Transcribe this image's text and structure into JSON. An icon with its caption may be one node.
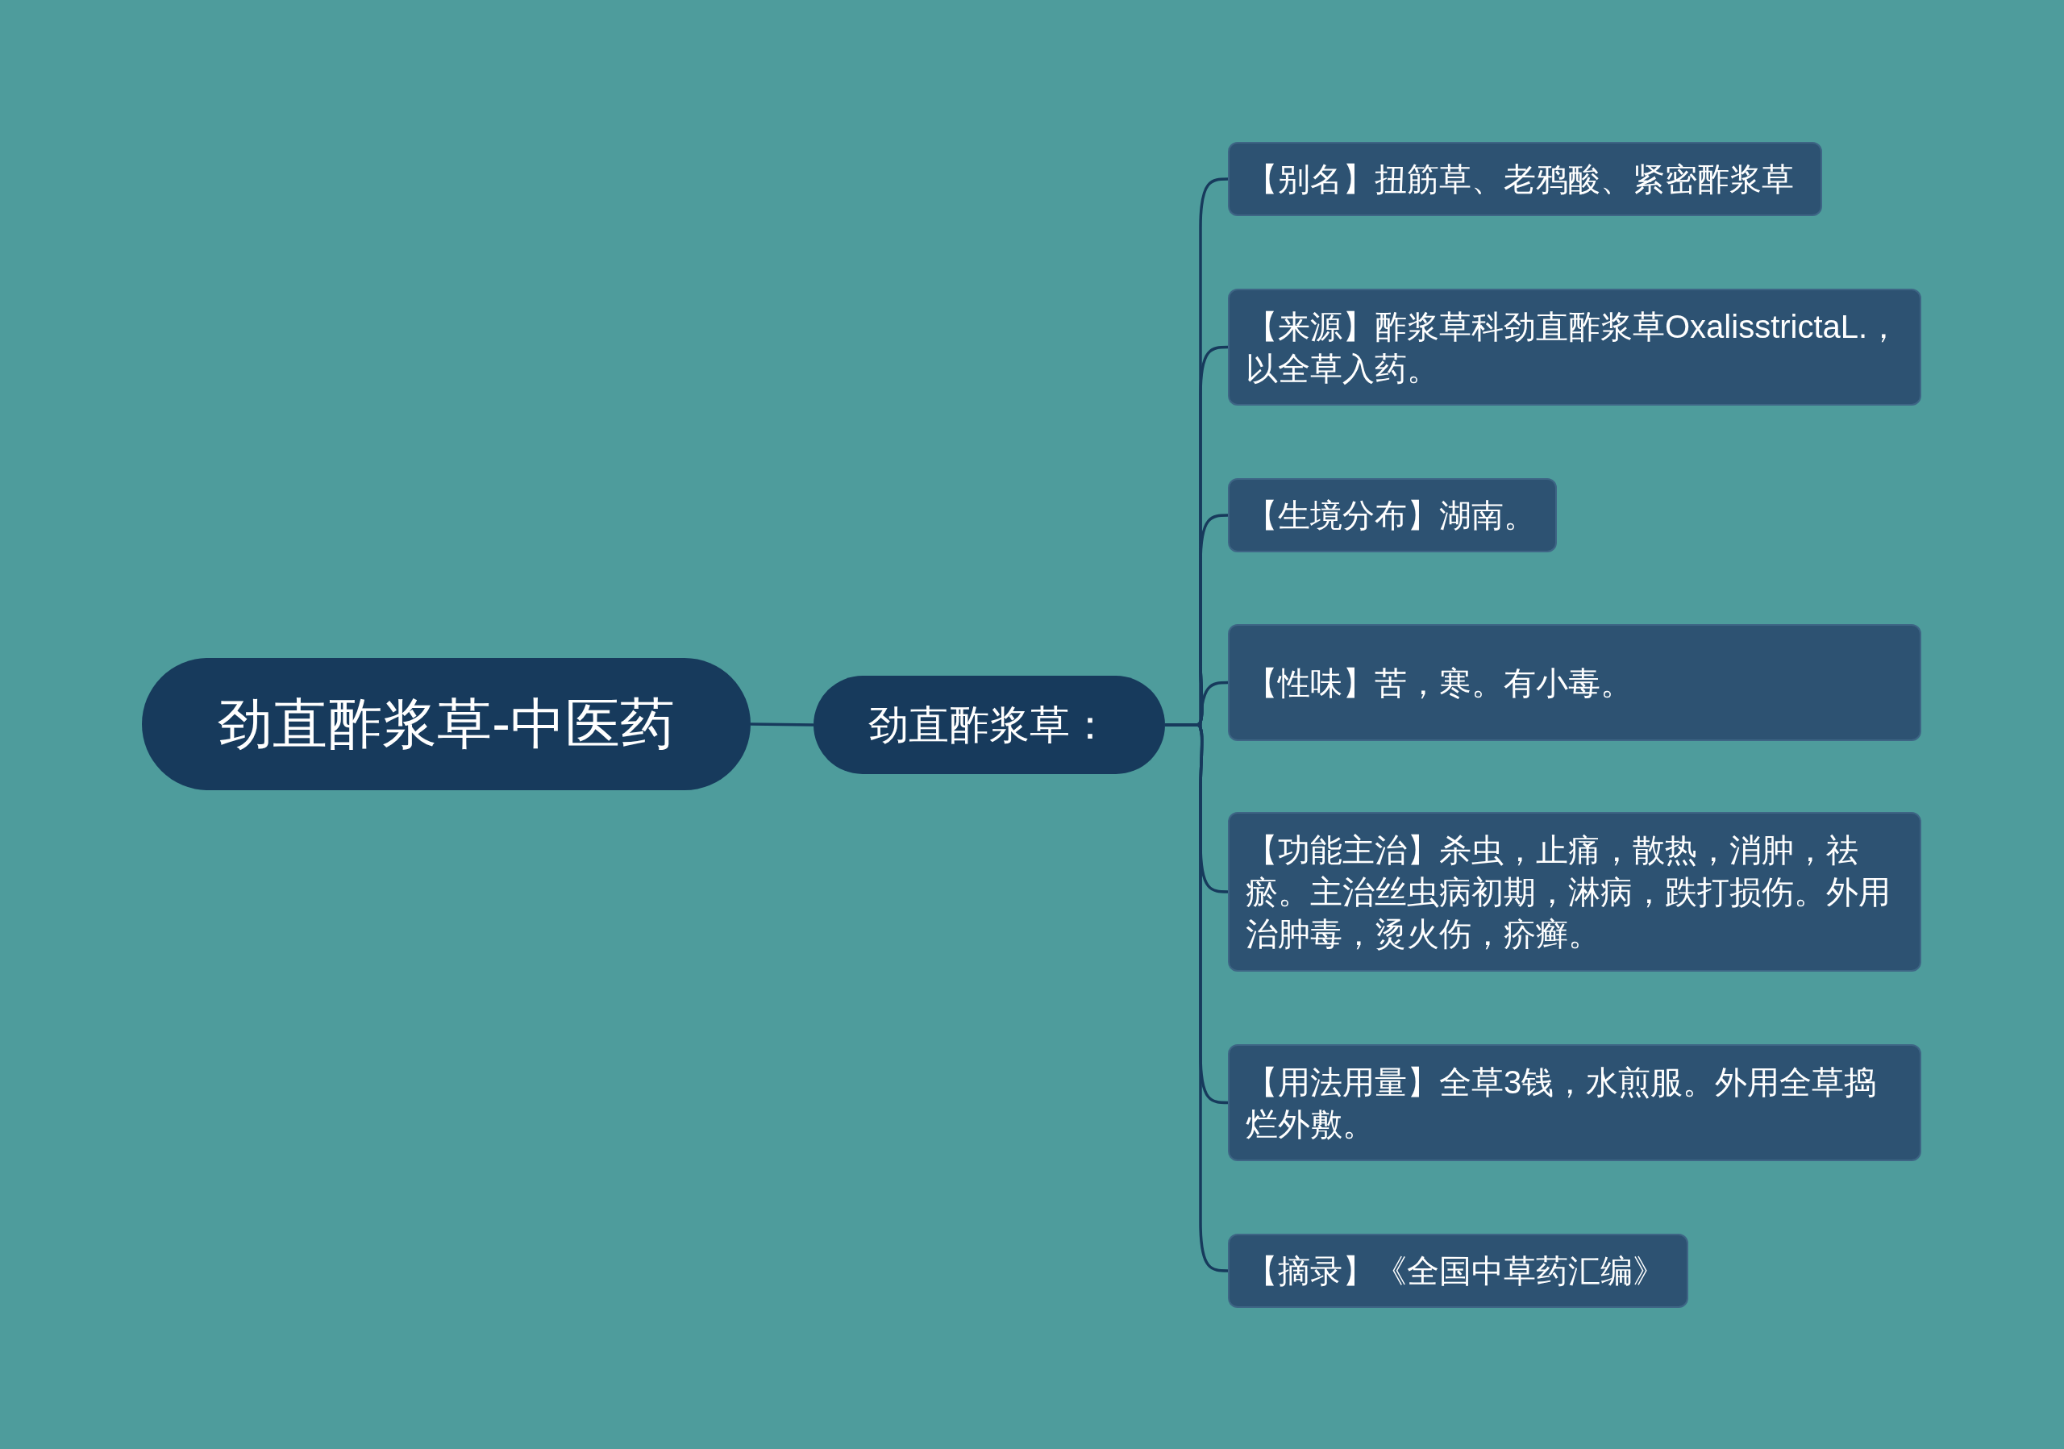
{
  "diagram": {
    "nodes": [
      {
        "text": [
          "劲直酢浆草-中医药"
        ]
      },
      {
        "text": [
          "劲直酢浆草："
        ]
      },
      {
        "text": [
          "【别名】扭筋草、老鸦酸、紧密酢浆草"
        ]
      },
      {
        "text": [
          "【来源】酢浆草科劲直酢浆草OxalisstrictaL.，以全草入药。"
        ]
      },
      {
        "text": [
          "【生境分布】湖南。"
        ]
      },
      {
        "text": [
          "【性味】苦，寒。有小毒。"
        ]
      },
      {
        "text": [
          "【功能主治】杀虫，止痛，散热，消肿，祛瘀。主治丝虫病初期，淋病，跌打损伤。外用治肿毒，烫火伤，疥癣。"
        ]
      },
      {
        "text": [
          "【用法用量】全草3钱，水煎服。外用全草捣烂外敷。"
        ]
      },
      {
        "text": [
          "【摘录】《全国中草药汇编》"
        ]
      }
    ],
    "edges": [
      {
        "from": 0,
        "to": 1,
        "arrow": "none"
      },
      {
        "from": 1,
        "to": 2,
        "arrow": "none"
      },
      {
        "from": 1,
        "to": 3,
        "arrow": "none"
      },
      {
        "from": 1,
        "to": 4,
        "arrow": "none"
      },
      {
        "from": 1,
        "to": 5,
        "arrow": "none"
      },
      {
        "from": 1,
        "to": 6,
        "arrow": "none"
      },
      {
        "from": 1,
        "to": 7,
        "arrow": "none"
      },
      {
        "from": 1,
        "to": 8,
        "arrow": "none"
      }
    ]
  }
}
